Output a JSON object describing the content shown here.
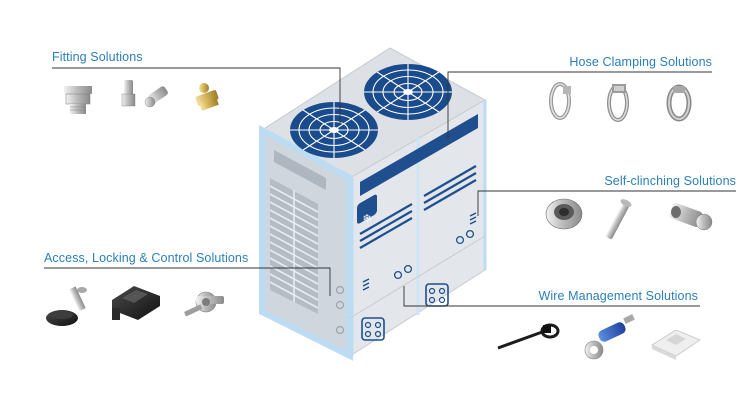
{
  "labels": {
    "fitting": "Fitting Solutions",
    "hose": "Hose Clamping Solutions",
    "self_clinching": "Self-clinching Solutions",
    "access": "Access, Locking & Control Solutions",
    "wire": "Wire Management Solutions"
  },
  "colors": {
    "label_text": "#2a7fb8",
    "unit_body": "#e3e6ea",
    "unit_side": "#cfd6de",
    "unit_top": "#dde1e6",
    "frame_light_blue": "#bcdcf3",
    "fan_blue": "#1a4b8c",
    "stripe_blue": "#1f4f8f",
    "leader_line": "#333333"
  },
  "icons": [
    "fan-icon",
    "snowflake-icon"
  ]
}
